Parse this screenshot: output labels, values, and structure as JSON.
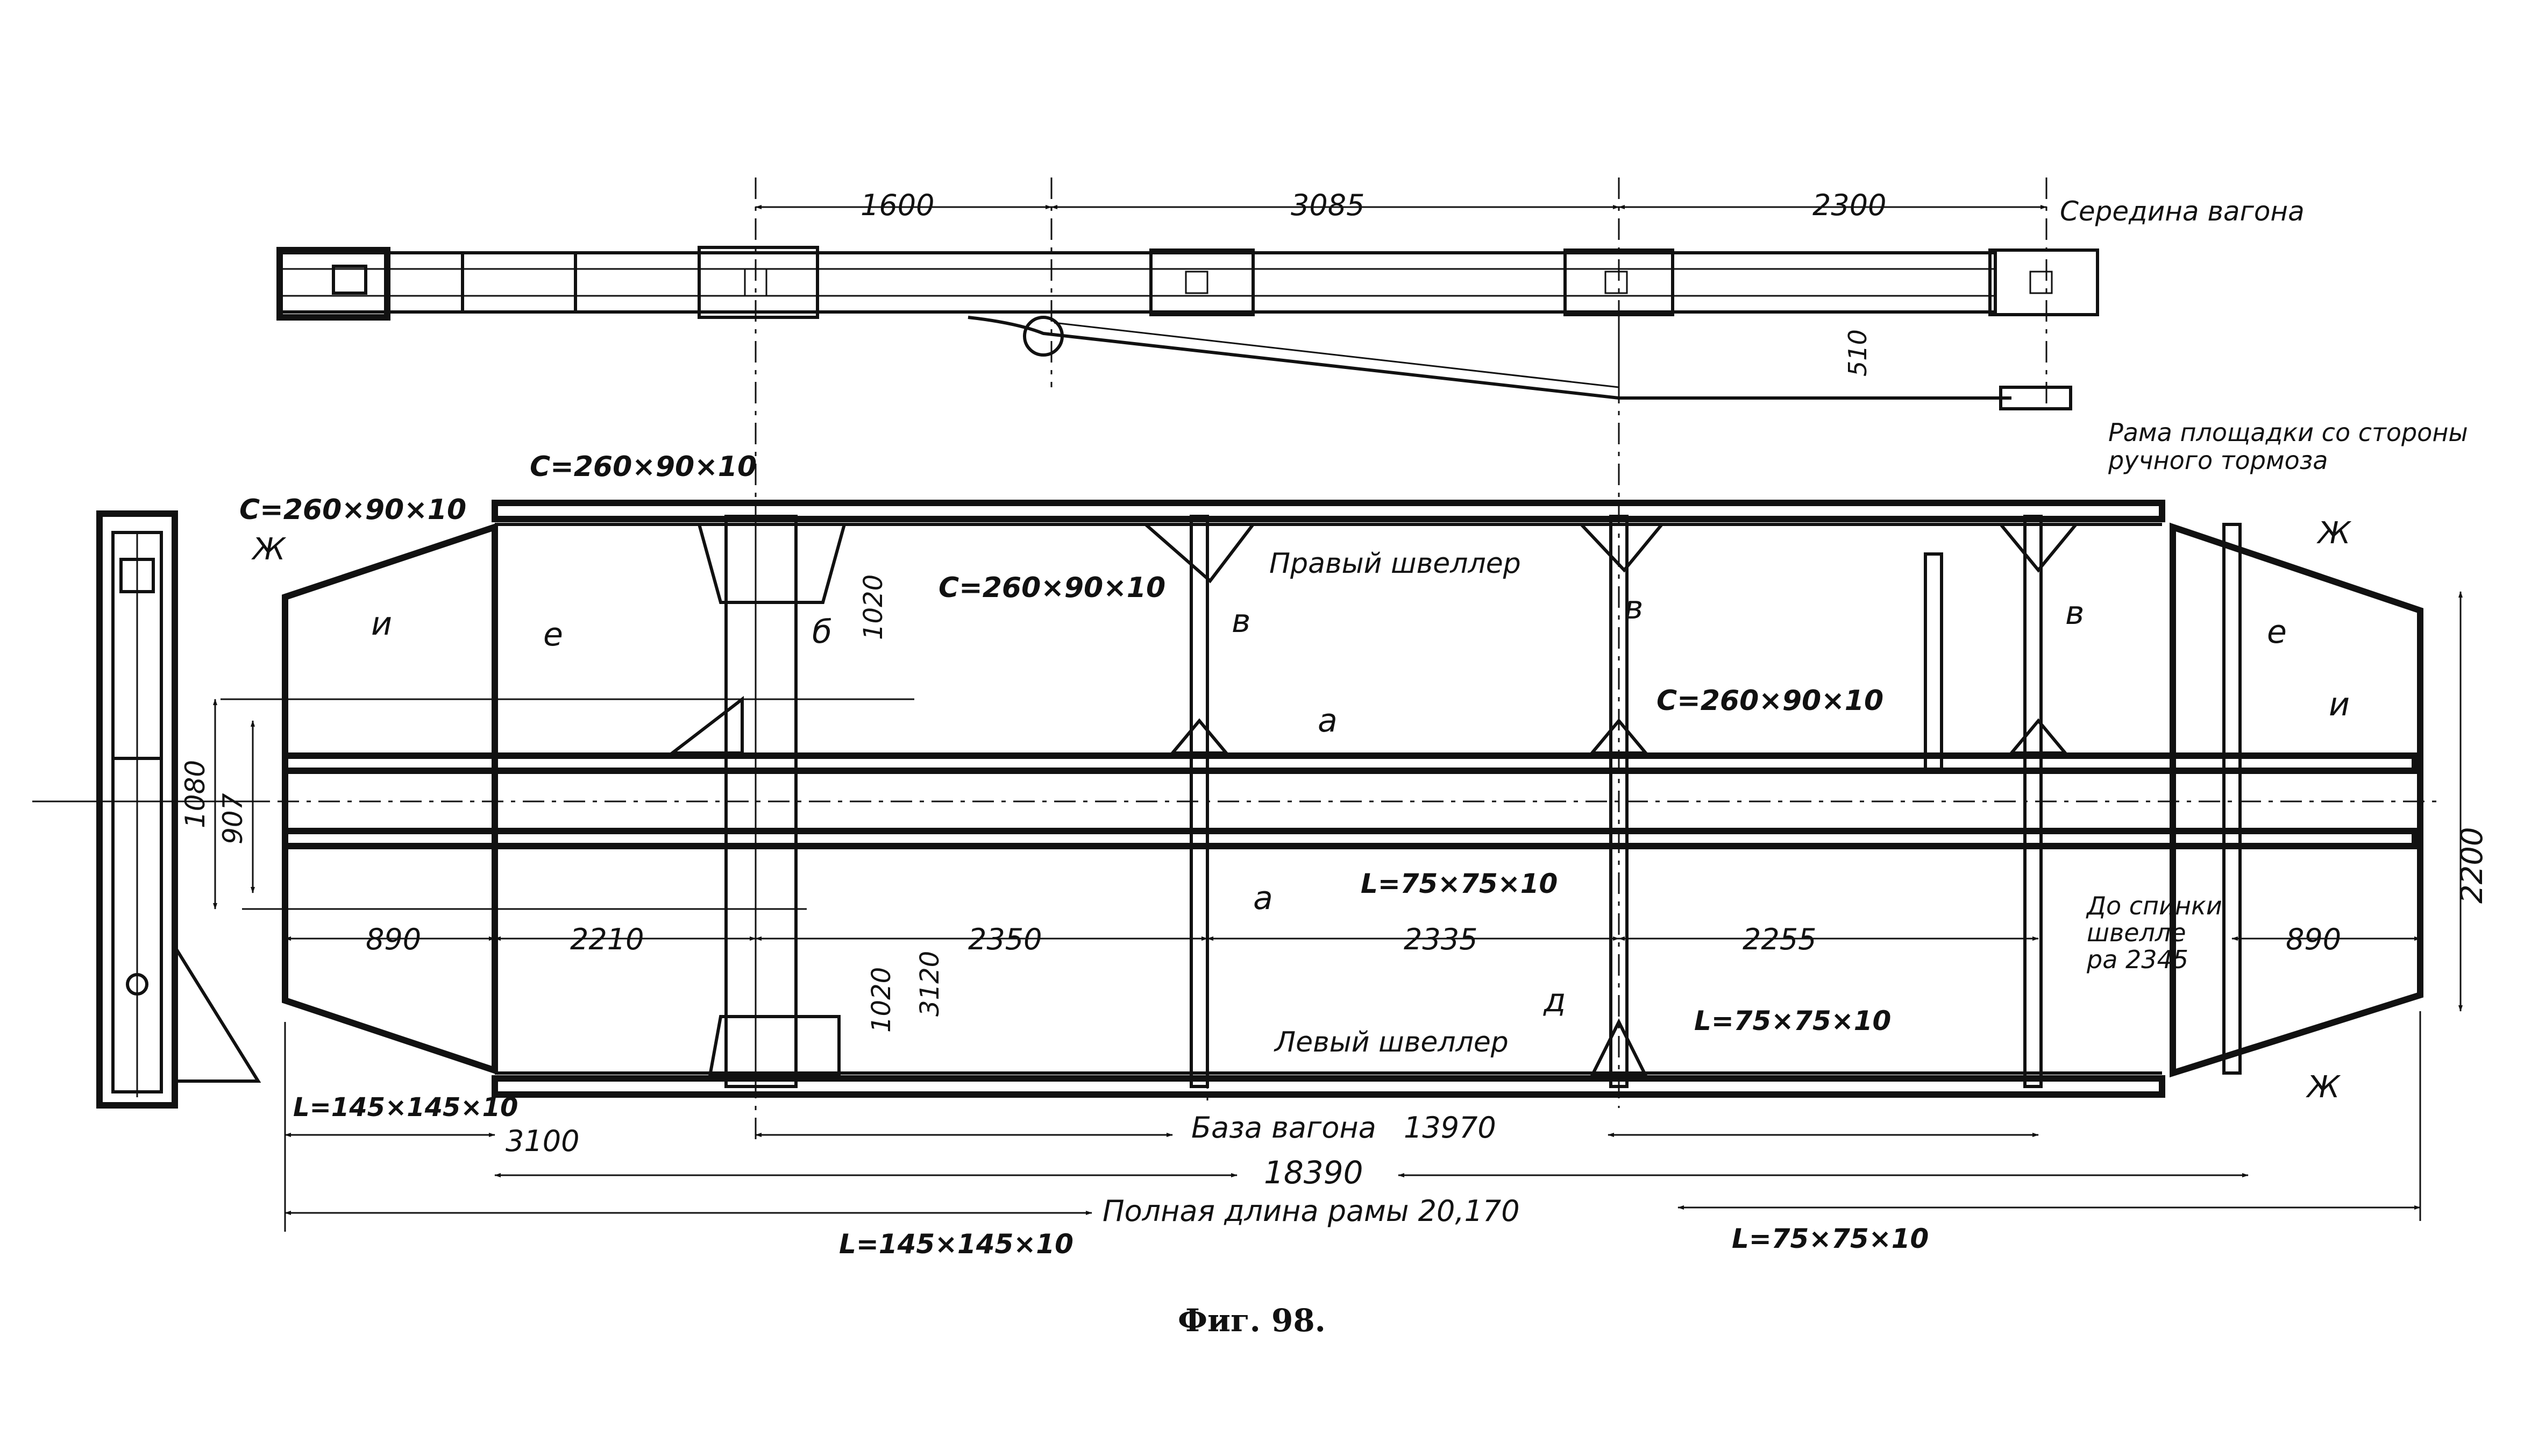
{
  "figure": {
    "caption": "Фиг. 98.",
    "top_view": {
      "dims": [
        "1600",
        "3085",
        "2300",
        "510"
      ],
      "labels": {
        "car_middle": "Середина вагона",
        "platform_frame_1": "Рама площадки со стороны",
        "platform_frame_2": "ручного тормоза"
      }
    },
    "plan_view": {
      "sections": {
        "channel_tl": "С=260×90×10",
        "channel_left": "С=260×90×10",
        "channel_mid": "С=260×90×10",
        "channel_right": "С=260×90×10",
        "angle_145_left": "L=145×145×10",
        "angle_145_bottom": "L=145×145×10",
        "angle_75_mid": "L=75×75×10",
        "angle_75_low": "L=75×75×10",
        "angle_75_bottom": "L=75×75×10"
      },
      "names": {
        "right_channel": "Правый швеллер",
        "left_channel": "Левый швеллер",
        "to_channel_back_1": "До спинки",
        "to_channel_back_2": "швелле",
        "to_channel_back_3": "ра 2345"
      },
      "letters": {
        "zh_left": "Ж",
        "i_left": "и",
        "e_left": "е",
        "b": "б",
        "v1": "в",
        "v2": "в",
        "v3": "в",
        "a_top": "а",
        "a_bottom": "а",
        "d": "д",
        "zh_right_top": "Ж",
        "zh_right_bottom": "Ж",
        "e_right": "е",
        "i_right": "и"
      },
      "dims": {
        "d1080": "1080",
        "d907": "907",
        "d1020a": "1020",
        "d1020b": "1020",
        "d3120": "3120",
        "d890l": "890",
        "d2210": "2210",
        "d2350": "2350",
        "d2335": "2335",
        "d2255": "2255",
        "d890r": "890",
        "d2200": "2200",
        "d3100": "3100",
        "base_label": "База вагона",
        "base_value": "13970",
        "d18390": "18390",
        "full_length": "Полная длина рамы 20,170"
      }
    }
  }
}
